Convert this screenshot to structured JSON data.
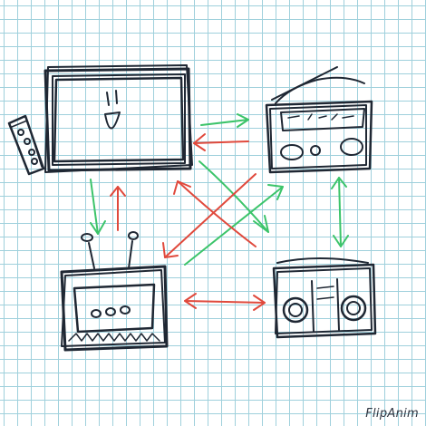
{
  "watermark": {
    "text": "FlipAnim"
  },
  "colors": {
    "ink": "#1f2733",
    "green": "#3cc46a",
    "red": "#e0493c",
    "grid": "#9fd0dc"
  },
  "devices": [
    {
      "id": "flat-tv",
      "icon": "flat-screen-tv-icon"
    },
    {
      "id": "remote-control",
      "icon": "remote-control-icon"
    },
    {
      "id": "radio",
      "icon": "radio-icon"
    },
    {
      "id": "retro-tv",
      "icon": "retro-antenna-tv-icon"
    },
    {
      "id": "boombox",
      "icon": "boombox-icon"
    }
  ]
}
